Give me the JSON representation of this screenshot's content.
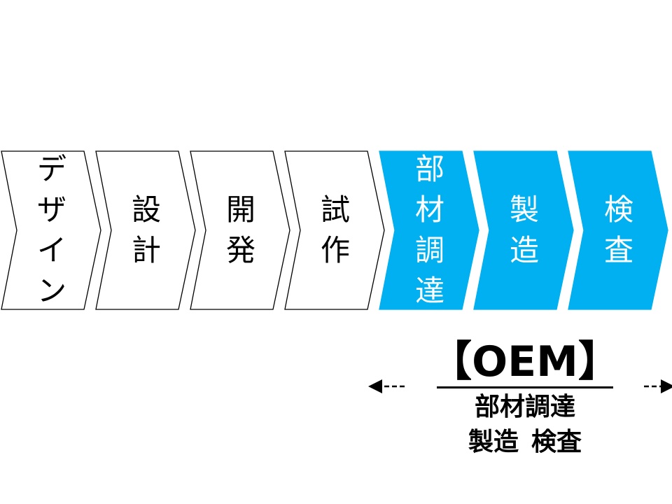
{
  "colors": {
    "accent": "#00B0F0",
    "stroke": "#000000",
    "text_dark": "#000000",
    "text_light": "#ffffff"
  },
  "steps": [
    {
      "label": "デザイン",
      "chars": [
        "デ",
        "ザ",
        "イ",
        "ン"
      ],
      "highlight": false
    },
    {
      "label": "設計",
      "chars": [
        "設",
        "計"
      ],
      "highlight": false
    },
    {
      "label": "開発",
      "chars": [
        "開",
        "発"
      ],
      "highlight": false
    },
    {
      "label": "試作",
      "chars": [
        "試",
        "作"
      ],
      "highlight": false
    },
    {
      "label": "部材調達",
      "chars": [
        "部",
        "材",
        "調",
        "達"
      ],
      "highlight": true
    },
    {
      "label": "製造",
      "chars": [
        "製",
        "造"
      ],
      "highlight": true
    },
    {
      "label": "検査",
      "chars": [
        "検",
        "査"
      ],
      "highlight": true
    }
  ],
  "oem": {
    "title": "【OEM】",
    "line1": "部材調達",
    "line2_a": "製造",
    "line2_b": "検査"
  }
}
